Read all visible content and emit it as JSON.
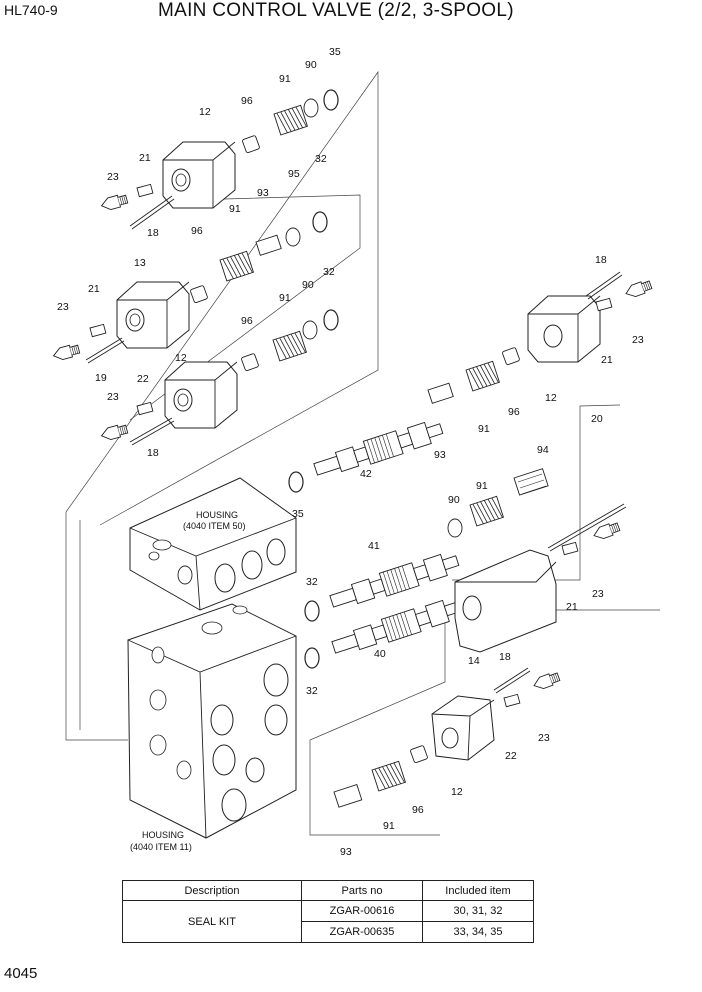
{
  "header": {
    "model": "HL740-9",
    "title": "MAIN CONTROL VALVE (2/2, 3-SPOOL)"
  },
  "page_number": "4045",
  "callouts": {
    "n12": "12",
    "n13": "13",
    "n14": "14",
    "n18": "18",
    "n19": "19",
    "n20": "20",
    "n21": "21",
    "n22": "22",
    "n23": "23",
    "n32": "32",
    "n35": "35",
    "n40": "40",
    "n41": "41",
    "n42": "42",
    "n90": "90",
    "n91": "91",
    "n93": "93",
    "n94": "94",
    "n95": "95",
    "n96": "96"
  },
  "housings": {
    "upper": {
      "line1": "HOUSING",
      "line2": "(4040 ITEM 50)"
    },
    "lower": {
      "line1": "HOUSING",
      "line2": "(4040 ITEM 11)"
    }
  },
  "parts_table": {
    "headers": [
      "Description",
      "Parts no",
      "Included item"
    ],
    "description": "SEAL KIT",
    "rows": [
      {
        "parts_no": "ZGAR-00616",
        "included": "30, 31, 32"
      },
      {
        "parts_no": "ZGAR-00635",
        "included": "33, 34, 35"
      }
    ]
  }
}
